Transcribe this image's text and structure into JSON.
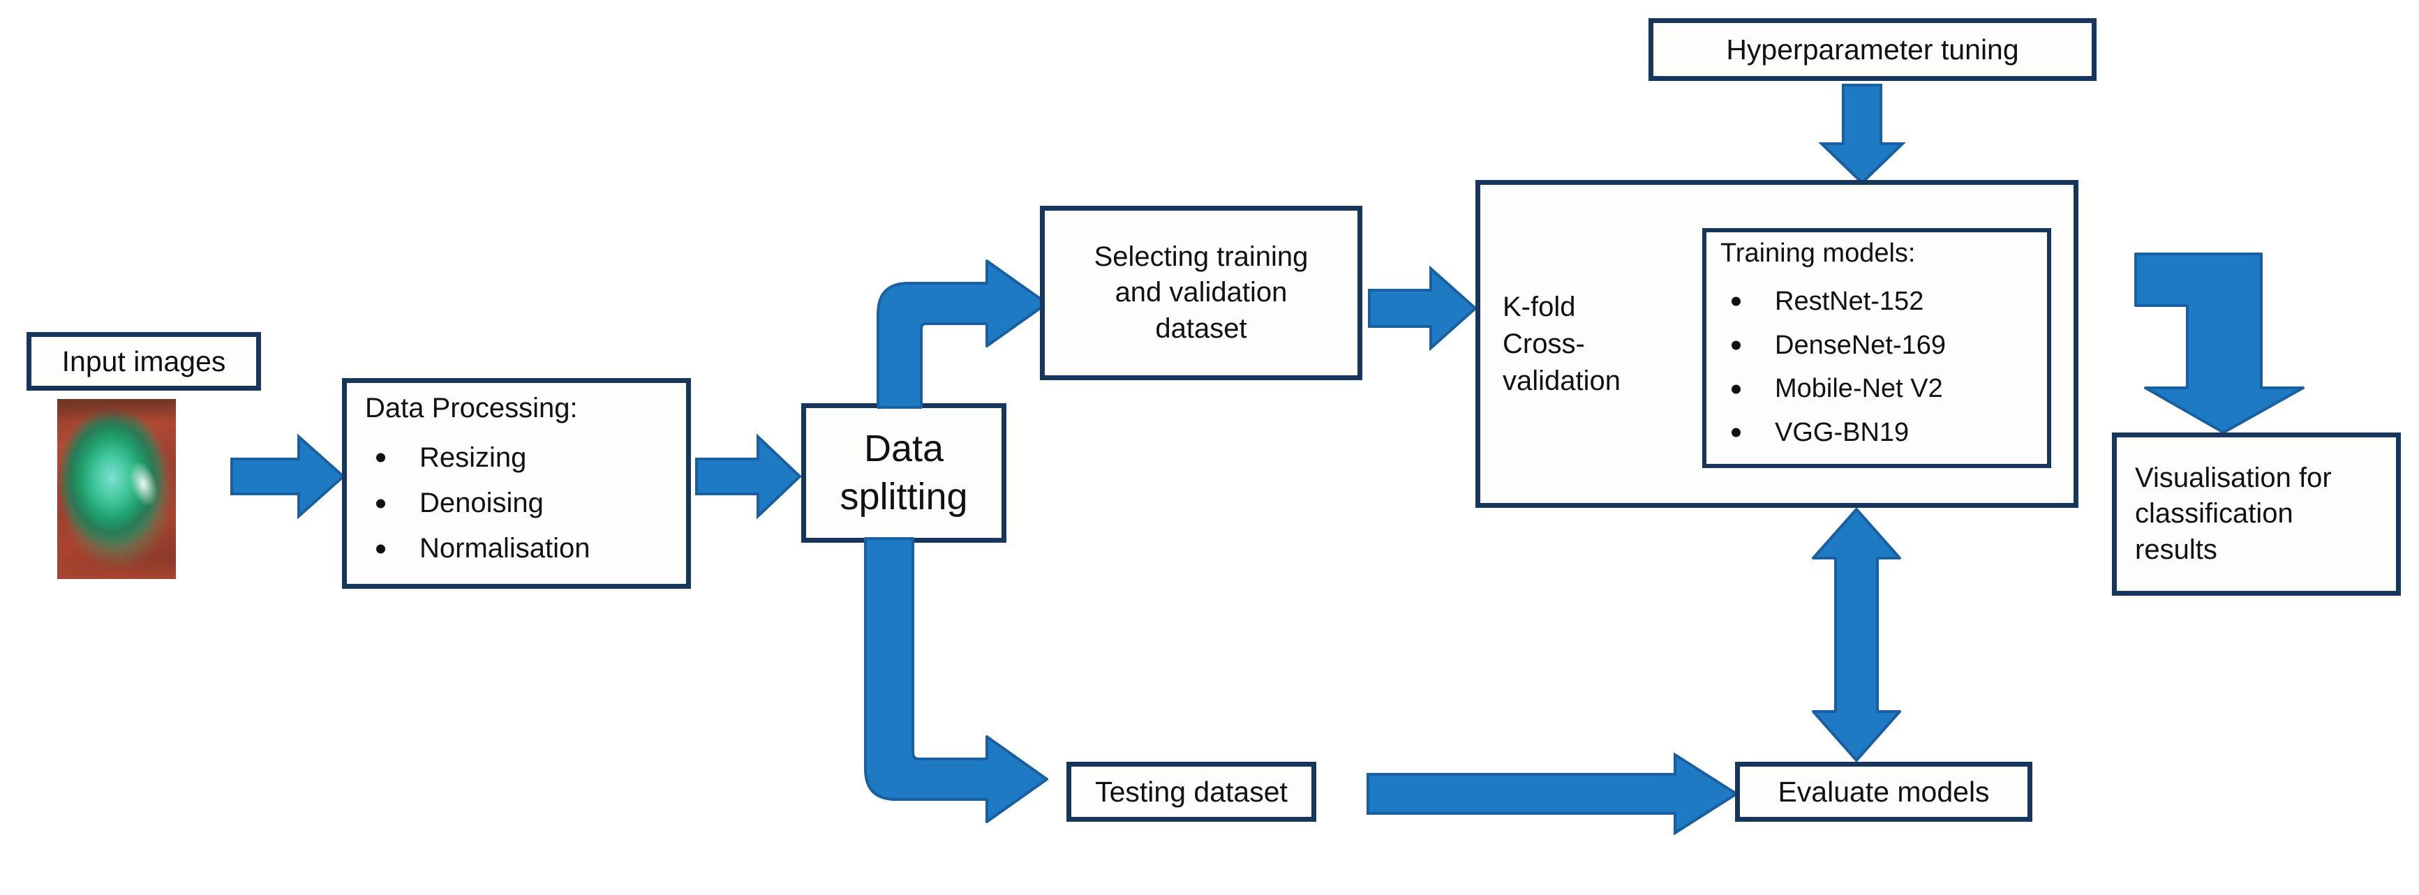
{
  "theme": {
    "box_border": "#17365d",
    "box_fill": "#fdfdfb",
    "arrow_fill": "#1f7ac4",
    "arrow_stroke": "#1a5fa0",
    "text": "#111111",
    "page_background": "#ffffff"
  },
  "diagram": {
    "type": "flowchart",
    "title": "Deep learning image classification pipeline"
  },
  "nodes": {
    "input_images": {
      "label": "Input images"
    },
    "eye_photo": {
      "label": "stained eye photograph"
    },
    "data_processing": {
      "heading": "Data Processing:",
      "bullets": [
        "Resizing",
        "Denoising",
        "Normalisation"
      ]
    },
    "data_splitting": {
      "label": "Data\nsplitting"
    },
    "selecting_dataset": {
      "label": "Selecting training\nand validation\ndataset"
    },
    "hyperparameter_tuning": {
      "label": "Hyperparameter tuning"
    },
    "kfold": {
      "label": "K-fold\nCross-\nvalidation"
    },
    "training_models": {
      "heading": "Training models:",
      "bullets": [
        "RestNet-152",
        "DenseNet-169",
        "Mobile-Net V2",
        "VGG-BN19"
      ]
    },
    "visualisation": {
      "label": "Visualisation for\nclassification\nresults"
    },
    "testing_dataset": {
      "label": "Testing dataset"
    },
    "evaluate_models": {
      "label": "Evaluate models"
    }
  },
  "arrows": [
    {
      "name": "eye-to-processing",
      "kind": "right"
    },
    {
      "name": "processing-to-splitting",
      "kind": "right"
    },
    {
      "name": "splitting-to-selecting",
      "kind": "elbow-up-right"
    },
    {
      "name": "selecting-to-kfold",
      "kind": "right"
    },
    {
      "name": "hyperparameter-to-kfold",
      "kind": "down"
    },
    {
      "name": "kfold-to-visualisation",
      "kind": "elbow-right-down"
    },
    {
      "name": "splitting-to-testing",
      "kind": "elbow-down-right"
    },
    {
      "name": "testing-to-evaluate",
      "kind": "right-long"
    },
    {
      "name": "evaluate-kfold-bidirectional",
      "kind": "up-down"
    }
  ]
}
